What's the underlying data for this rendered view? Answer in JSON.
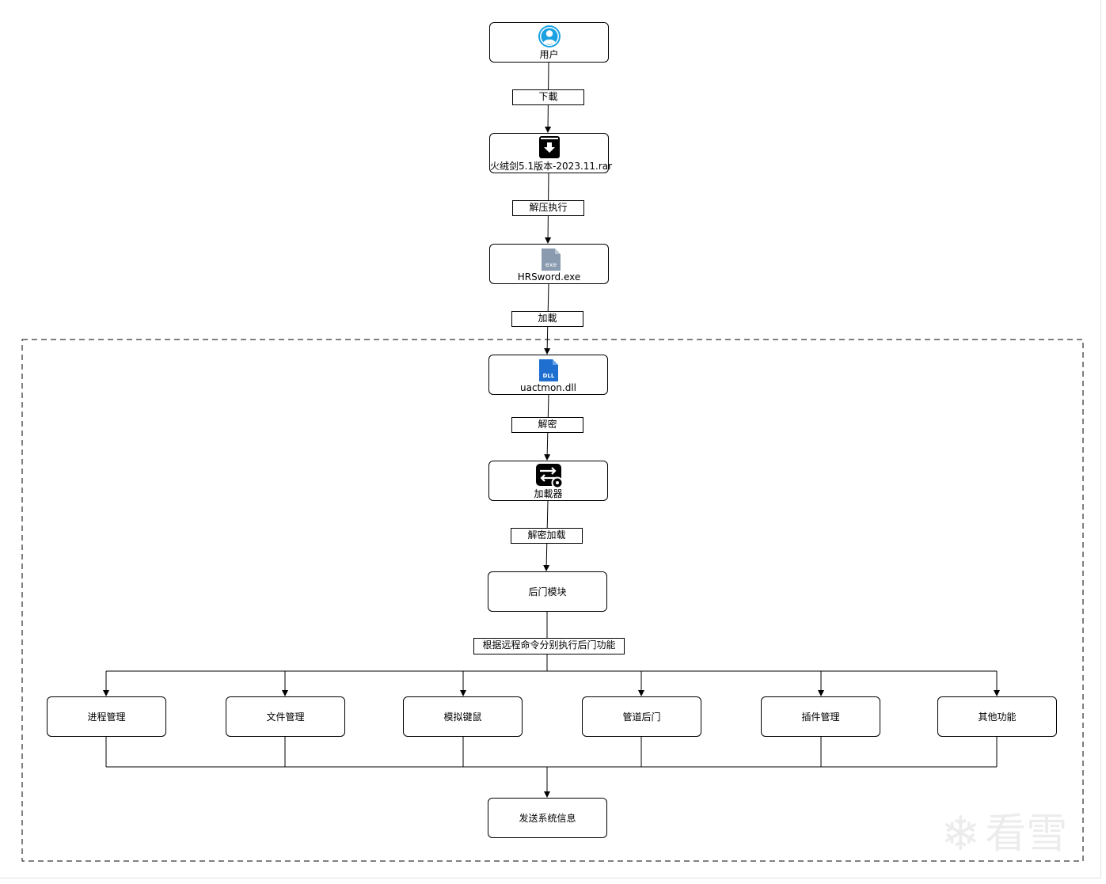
{
  "nodes": {
    "user": "用户",
    "archive": "火绒剑5.1版本-2023.11.rar",
    "exe": "HRSword.exe",
    "exe_badge": "exe",
    "dll": "uactmon.dll",
    "dll_badge": "DLL",
    "loader": "加載器",
    "backdoor": "后门模块",
    "send_info": "发送系统信息"
  },
  "edges": {
    "download": "下載",
    "extract_run": "解压执行",
    "load": "加載",
    "decrypt": "解密",
    "decrypt_load": "解密加载",
    "dispatch": "根据远程命令分别执行后门功能"
  },
  "functions": [
    "进程管理",
    "文件管理",
    "模拟键鼠",
    "管道后门",
    "插件管理",
    "其他功能"
  ],
  "watermark": {
    "text": "看雪",
    "icon": "snowflake-logo-icon"
  },
  "icons": {
    "user": "user-avatar-icon",
    "archive": "archive-download-icon",
    "exe": "exe-file-icon",
    "dll": "dll-file-icon",
    "loader": "loader-settings-icon"
  },
  "colors": {
    "user_icon": "#1ba1e2",
    "dll_icon": "#1e6fd0",
    "exe_icon": "#8a9bb0",
    "stroke": "#000000"
  }
}
